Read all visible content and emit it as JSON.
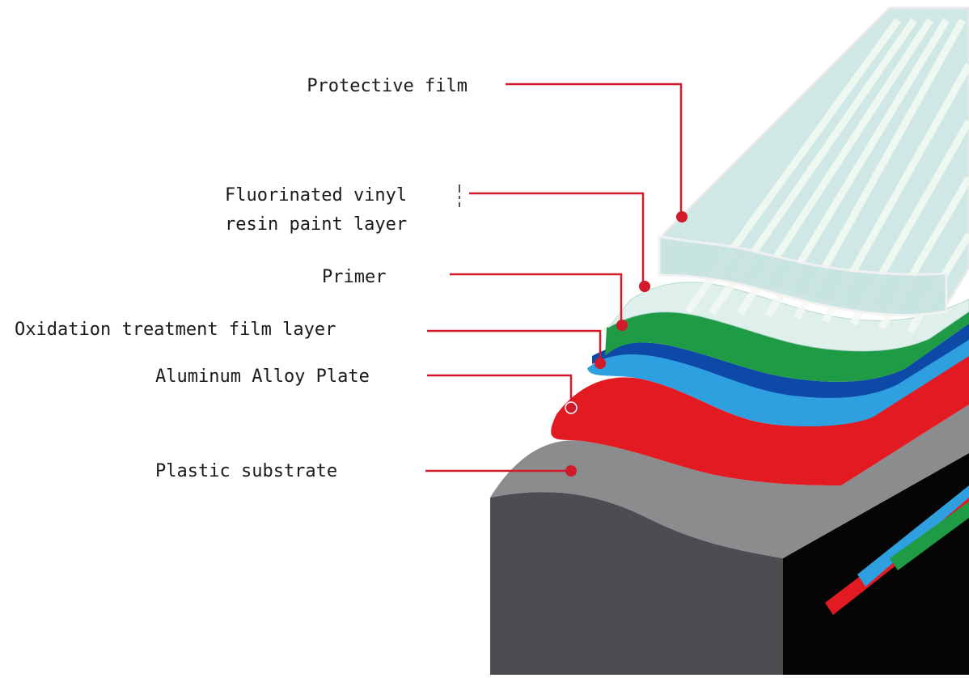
{
  "labels": {
    "protective_film": "Protective film",
    "fluorinated_line1": "Fluorinated vinyl",
    "fluorinated_line2": "resin paint layer",
    "primer": "Primer",
    "oxidation": "Oxidation treatment film layer",
    "aluminum": "Aluminum Alloy Plate",
    "plastic": "Plastic substrate"
  },
  "colors": {
    "leader_line": "#d11a2a",
    "protective_film": "#cfe8e6",
    "paint_layer": "#e4f1ee",
    "primer": "#1f9a45",
    "oxidation_light": "#2ea0e0",
    "oxidation_dark": "#0d4aa8",
    "aluminum": "#e21b23",
    "plastic_top": "#8a8c8e",
    "plastic_side": "#4b4d50",
    "back_side": "#050505"
  }
}
